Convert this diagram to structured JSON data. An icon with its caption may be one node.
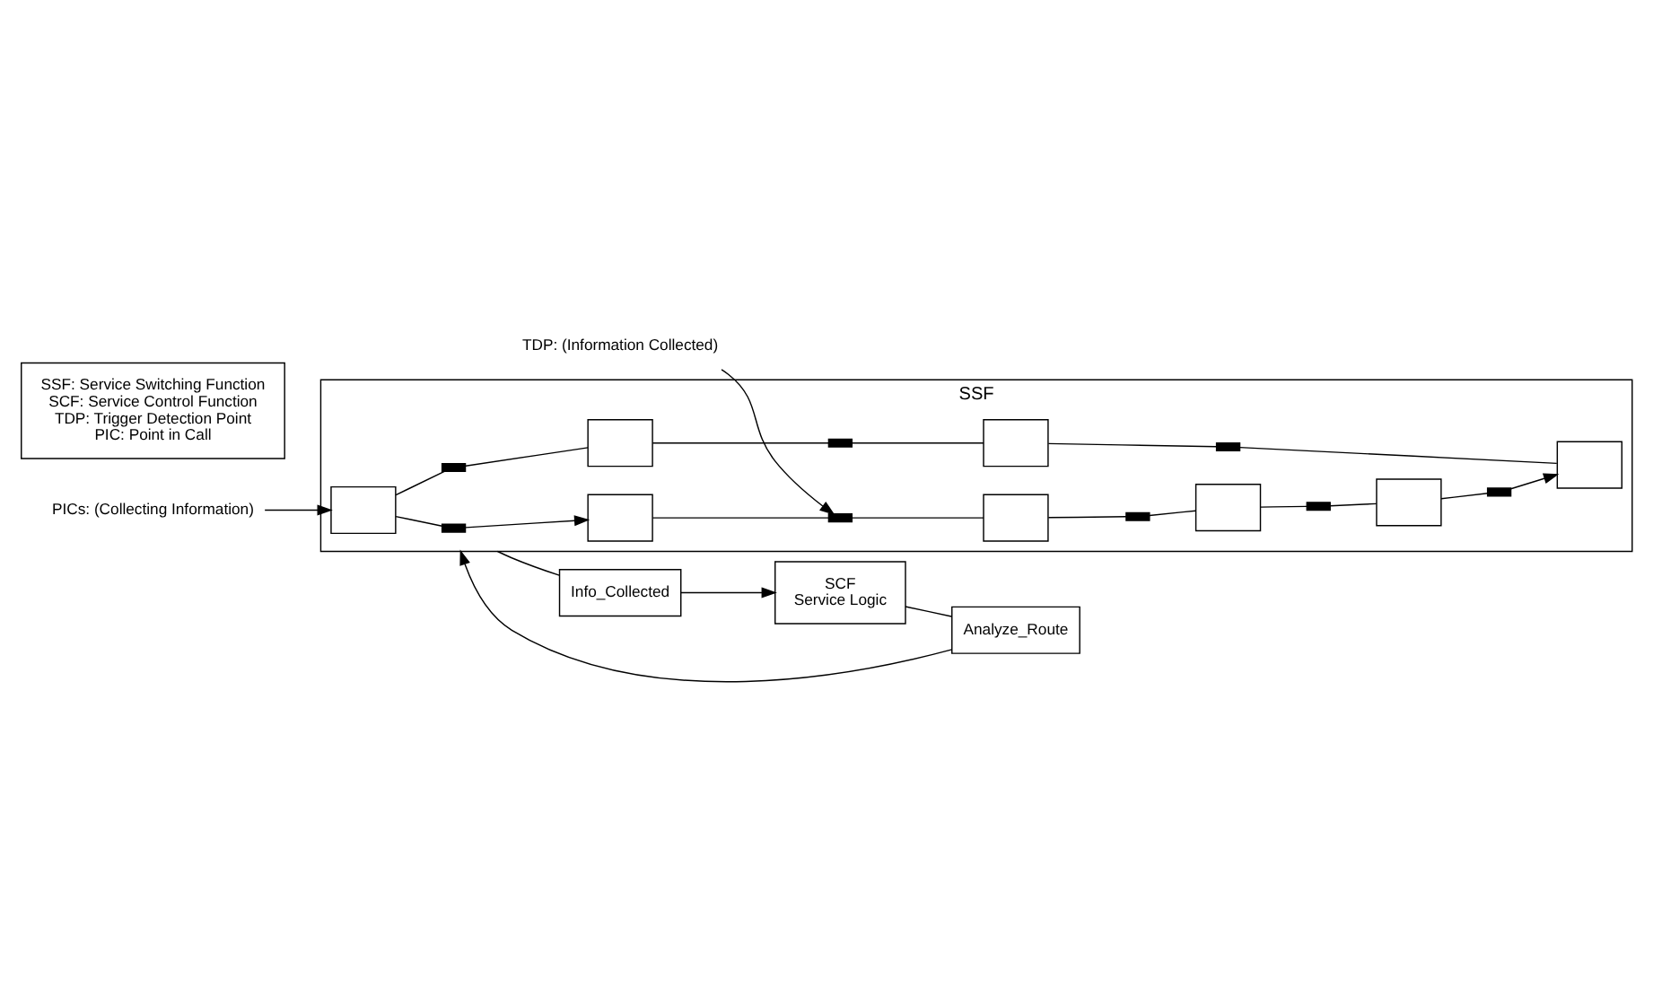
{
  "diagram": {
    "nodes": [
      {
        "text": [
          "SSF"
        ]
      },
      {
        "text": [],
        "shape": "box",
        "in": 0
      },
      {
        "text": [],
        "shape": "box",
        "in": 0
      },
      {
        "text": [],
        "shape": "box",
        "in": 0
      },
      {
        "text": [],
        "shape": "box",
        "in": 0
      },
      {
        "text": [],
        "shape": "box",
        "in": 0
      },
      {
        "text": [],
        "shape": "box",
        "in": 0
      },
      {
        "text": [],
        "shape": "box",
        "in": 0
      },
      {
        "text": [],
        "shape": "box",
        "in": 0
      },
      {
        "text": [],
        "shape": "bar",
        "in": 0
      },
      {
        "text": [],
        "shape": "bar",
        "in": 0
      },
      {
        "text": [],
        "shape": "bar",
        "in": 0
      },
      {
        "text": [],
        "shape": "bar",
        "in": 0
      },
      {
        "text": [],
        "shape": "bar",
        "in": 0
      },
      {
        "text": [],
        "shape": "bar",
        "in": 0
      },
      {
        "text": [],
        "shape": "bar",
        "in": 0
      },
      {
        "text": [],
        "shape": "bar",
        "in": 0
      },
      {
        "text": [
          "PICs: (Collecting Information)"
        ]
      },
      {
        "text": [
          "TDP: (Information Collected)"
        ]
      },
      {
        "text": [
          "Info_Collected"
        ]
      },
      {
        "text": [
          "Analyze_Route"
        ]
      },
      {
        "text": [
          "SCF",
          "Service Logic"
        ]
      },
      {
        "text": [
          "SSF: Service Switching Function",
          "SCF: Service Control Function",
          "TDP: Trigger Detection Point",
          "PIC: Point in Call"
        ]
      }
    ],
    "edges": [
      {
        "from": 1,
        "to": 10,
        "arrow": "none"
      },
      {
        "from": 10,
        "to": 2,
        "arrow": "none"
      },
      {
        "from": 2,
        "to": 11,
        "arrow": "none"
      },
      {
        "from": 11,
        "to": 4,
        "arrow": "none"
      },
      {
        "from": 4,
        "to": 13,
        "arrow": "none"
      },
      {
        "from": 13,
        "to": 6,
        "arrow": "none"
      },
      {
        "from": 16,
        "to": 6,
        "arrow": "to"
      },
      {
        "from": 8,
        "to": 16,
        "arrow": "none"
      },
      {
        "from": 1,
        "to": 9,
        "arrow": "none"
      },
      {
        "from": 9,
        "to": 3,
        "arrow": "to"
      },
      {
        "from": 3,
        "to": 12,
        "arrow": "none"
      },
      {
        "from": 12,
        "to": 5,
        "arrow": "none"
      },
      {
        "from": 5,
        "to": 14,
        "arrow": "none"
      },
      {
        "from": 14,
        "to": 7,
        "arrow": "none"
      },
      {
        "from": 7,
        "to": 15,
        "arrow": "none"
      },
      {
        "from": 15,
        "to": 8,
        "arrow": "none"
      },
      {
        "from": 17,
        "to": 1,
        "arrow": "to"
      },
      {
        "from": 18,
        "to": 12,
        "arrow": "to"
      },
      {
        "from": 0,
        "to": 19,
        "arrow": "none"
      },
      {
        "from": 19,
        "to": 21,
        "arrow": "to"
      },
      {
        "from": 21,
        "to": 20,
        "arrow": "none"
      },
      {
        "from": 20,
        "to": 0,
        "arrow": "to"
      }
    ]
  }
}
